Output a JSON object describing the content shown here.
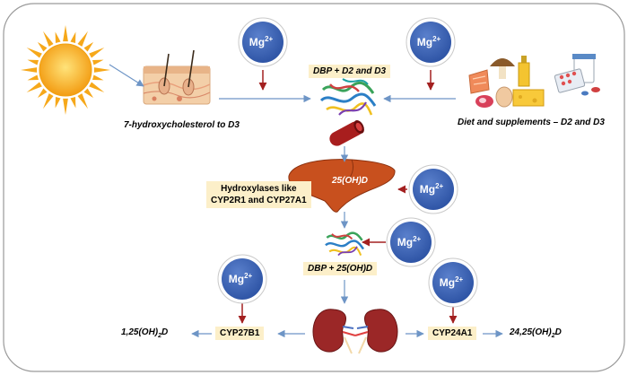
{
  "mg": {
    "symbol": "Mg",
    "charge": "2+"
  },
  "labels": {
    "skin_caption": "7-hydroxycholesterol to D3",
    "dbp_d2_d3": "DBP + D2 and D3",
    "diet_caption": "Diet and supplements – D2 and D3",
    "hydroxylases_line1": "Hydroxylases like",
    "hydroxylases_line2": "CYP2R1 and CYP27A1",
    "liver_label": "25(OH)D",
    "dbp_25ohd": "DBP + 25(OH)D",
    "cyp27b1": "CYP27B1",
    "cyp24a1": "CYP24A1",
    "calcitriol_pre": "1,25(OH)",
    "calcitriol_sub": "2",
    "calcitriol_post": "D",
    "inactive_pre": "24,25(OH)",
    "inactive_sub": "2",
    "inactive_post": "D"
  },
  "colors": {
    "mg_circle": "#3f64b4",
    "mg_ring": "#ffffff",
    "arrow_blue": "#6e95c6",
    "arrow_red": "#a32020",
    "label_box": "#fcefc9",
    "sun": "#f6b21a",
    "liver": "#c8501e",
    "kidney": "#9b2727"
  },
  "icons": [
    "sun-icon",
    "skin-icon",
    "protein-icon",
    "blood-vessel-icon",
    "food-icon",
    "supplements-icon",
    "liver-icon",
    "kidney-icon"
  ]
}
